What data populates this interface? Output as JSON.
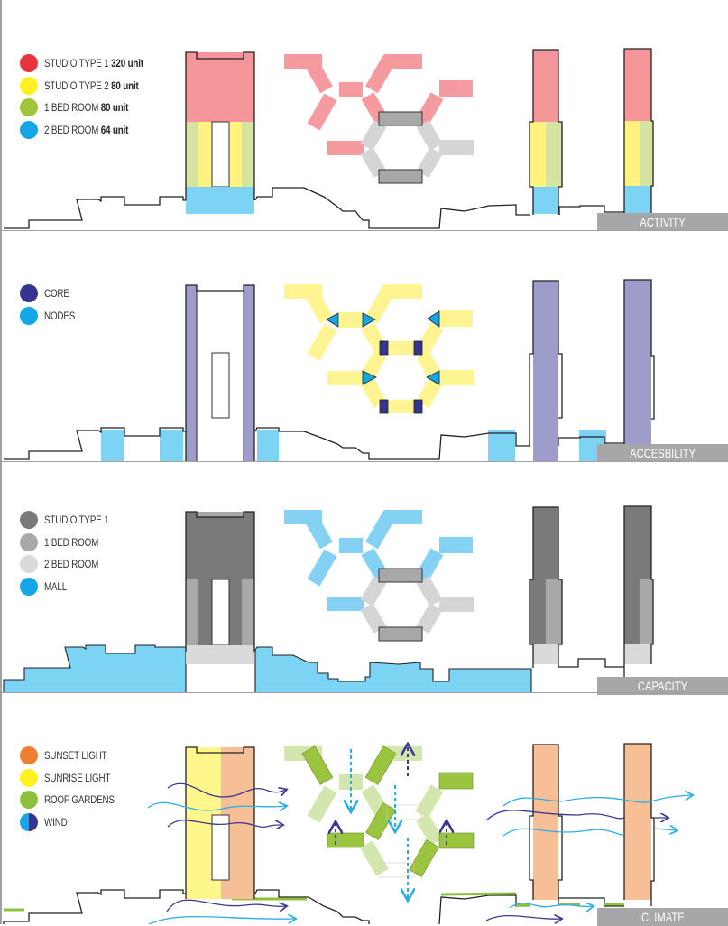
{
  "panels": [
    {
      "id": "activity",
      "tag": "ACTIVITY",
      "legend": [
        {
          "label": "STUDIO TYPE 1",
          "value": "320 unit",
          "color": "#e8343e"
        },
        {
          "label": "STUDIO TYPE 2",
          "value": "80 unit",
          "color": "#fff021"
        },
        {
          "label": "1 BED ROOM",
          "value": "80 unit",
          "color": "#9fc63b"
        },
        {
          "label": "2 BED ROOM",
          "value": "64 unit",
          "color": "#14a6e6"
        }
      ]
    },
    {
      "id": "accesibility",
      "tag": "ACCESBILITY",
      "legend": [
        {
          "label": "CORE",
          "color": "#33358f"
        },
        {
          "label": "NODES",
          "color": "#14a6e6"
        }
      ]
    },
    {
      "id": "capacity",
      "tag": "CAPACITY",
      "legend": [
        {
          "label": "STUDIO TYPE 1",
          "color": "#7a7a7b"
        },
        {
          "label": "1 BED ROOM",
          "color": "#a8a8aa"
        },
        {
          "label": "2 BED ROOM",
          "color": "#dadadb"
        },
        {
          "label": "MALL",
          "color": "#14a6e6"
        }
      ]
    },
    {
      "id": "climate",
      "tag": "CLIMATE",
      "legend": [
        {
          "label": "SUNSET LIGHT",
          "color": "#f07f32"
        },
        {
          "label": "SUNRISE LIGHT",
          "color": "#fff021"
        },
        {
          "label": "ROOF GARDENS",
          "color": "#8fc03c"
        },
        {
          "label": "WIND",
          "color": "#14a6e6",
          "color2": "#33358f"
        }
      ]
    }
  ],
  "colors": {
    "studio1_fill": "#f4959a",
    "studio2_fill": "#fff27f",
    "bed1_fill": "#d6e4a1",
    "bed2_fill": "#7dd3f4",
    "core_fill": "#9e9ccb",
    "core_dark": "#33358f",
    "node": "#14a6e6",
    "gray_dark": "#7a7a7b",
    "gray_mid": "#a8a8aa",
    "gray_light": "#dadadb",
    "sunset_fill": "#f6bf96",
    "sunrise_fill": "#fff68c",
    "garden_dark": "#9bc43f",
    "garden_light": "#d3e6ad",
    "wind_light": "#2aaee6",
    "wind_dark": "#3c3a8e"
  }
}
